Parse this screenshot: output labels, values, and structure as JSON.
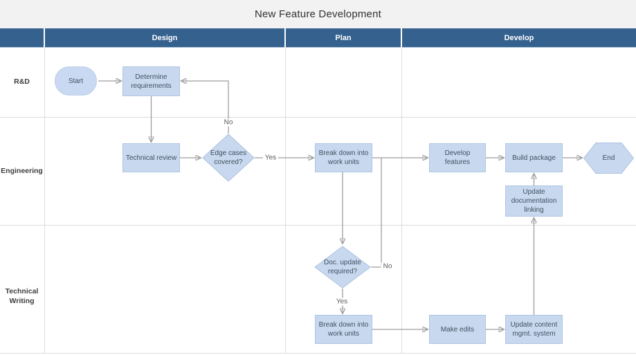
{
  "title": "New Feature Development",
  "phases": [
    {
      "label": "Design"
    },
    {
      "label": "Plan"
    },
    {
      "label": "Develop"
    }
  ],
  "lanes": [
    {
      "label": "R&D"
    },
    {
      "label": "Engineering"
    },
    {
      "label": "Technical Writing"
    }
  ],
  "nodes": [
    {
      "id": "start",
      "type": "start",
      "lane": "R&D",
      "phase": "Design",
      "label": "Start"
    },
    {
      "id": "determine-requirements",
      "type": "process",
      "lane": "R&D",
      "phase": "Design",
      "label": "Determine requirements"
    },
    {
      "id": "technical-review",
      "type": "process",
      "lane": "Engineering",
      "phase": "Design",
      "label": "Technical review"
    },
    {
      "id": "edge-cases-covered",
      "type": "decision",
      "lane": "Engineering",
      "phase": "Design",
      "label": "Edge cases covered?"
    },
    {
      "id": "break-down-work-units-1",
      "type": "process",
      "lane": "Engineering",
      "phase": "Plan",
      "label": "Break down into work units"
    },
    {
      "id": "develop-features",
      "type": "process",
      "lane": "Engineering",
      "phase": "Develop",
      "label": "Develop features"
    },
    {
      "id": "build-package",
      "type": "process",
      "lane": "Engineering",
      "phase": "Develop",
      "label": "Build package"
    },
    {
      "id": "end",
      "type": "end",
      "lane": "Engineering",
      "phase": "Develop",
      "label": "End"
    },
    {
      "id": "update-documentation-linking",
      "type": "process",
      "lane": "Engineering",
      "phase": "Develop",
      "label": "Update documentation linking"
    },
    {
      "id": "doc-update-required",
      "type": "decision",
      "lane": "Technical Writing",
      "phase": "Plan",
      "label": "Doc. update required?"
    },
    {
      "id": "break-down-work-units-2",
      "type": "process",
      "lane": "Technical Writing",
      "phase": "Plan",
      "label": "Break down into work units"
    },
    {
      "id": "make-edits",
      "type": "process",
      "lane": "Technical Writing",
      "phase": "Develop",
      "label": "Make edits"
    },
    {
      "id": "update-content-mgmt-system",
      "type": "process",
      "lane": "Technical Writing",
      "phase": "Develop",
      "label": "Update content mgmt. system"
    }
  ],
  "edge_labels": {
    "edge_cases_no": "No",
    "edge_cases_yes": "Yes",
    "doc_update_no": "No",
    "doc_update_yes": "Yes"
  },
  "colors": {
    "header_bg": "#35618f",
    "header_text": "#ffffff",
    "title_band_bg": "#f1f2f1",
    "shape_fill": "#c8d8ef",
    "shape_border": "#aec6e5",
    "connector": "#9e9e9e",
    "grid_line": "#dcdcdc",
    "shape_text": "#41505f"
  }
}
